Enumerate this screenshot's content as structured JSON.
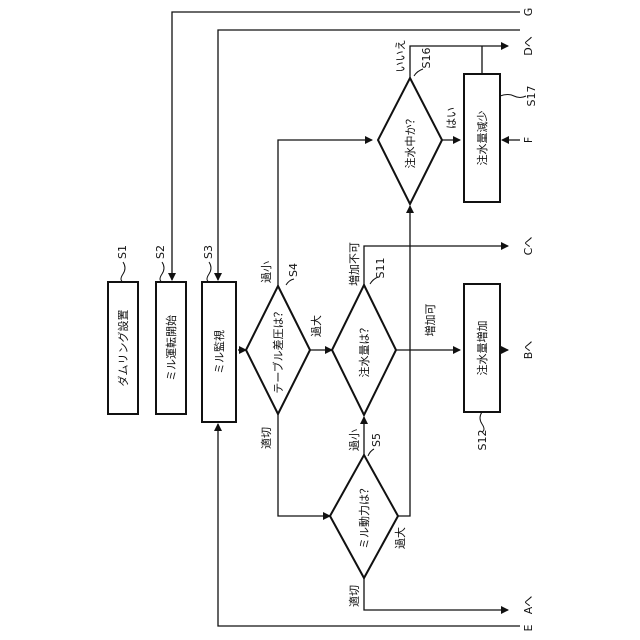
{
  "steps": {
    "s1": {
      "id": "S1",
      "text": "ダムリング設置"
    },
    "s2": {
      "id": "S2",
      "text": "ミル運転開始"
    },
    "s3": {
      "id": "S3",
      "text": "ミル監視"
    },
    "s4": {
      "id": "S4",
      "text": "テーブル差圧は？"
    },
    "s5": {
      "id": "S5",
      "text": "ミル動力は？"
    },
    "s11": {
      "id": "S11",
      "text": "注水量は？"
    },
    "s12": {
      "id": "S12",
      "text": "注水量増加"
    },
    "s16": {
      "id": "S16",
      "text": "注水中か？"
    },
    "s17": {
      "id": "S17",
      "text": "注水量減少"
    }
  },
  "branches": {
    "s4_low": "過小",
    "s4_high": "過大",
    "s4_ok": "適切",
    "s5_low": "過小",
    "s5_high": "過大",
    "s5_ok": "適切",
    "s11_not_increasable": "増加不可",
    "s11_increasable": "増加可",
    "s16_no": "いいえ",
    "s16_yes": "はい"
  },
  "connectors": {
    "a": "Aへ",
    "b": "Bへ",
    "c": "Cへ",
    "d": "Dへ",
    "e": "E",
    "f": "F",
    "g": "G"
  }
}
